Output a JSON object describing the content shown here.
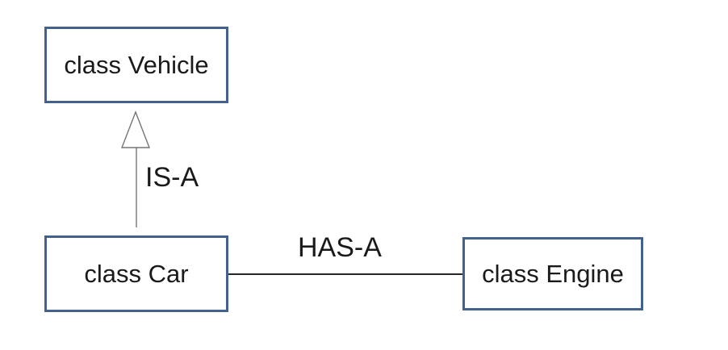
{
  "diagram": {
    "nodes": [
      {
        "id": "vehicle",
        "label": "class Vehicle"
      },
      {
        "id": "car",
        "label": "class Car"
      },
      {
        "id": "engine",
        "label": "class Engine"
      }
    ],
    "edges": [
      {
        "type": "inheritance",
        "from": "car",
        "to": "vehicle",
        "label": "IS-A",
        "arrowhead": "hollow-triangle"
      },
      {
        "type": "association",
        "from": "car",
        "to": "engine",
        "label": "HAS-A",
        "arrowhead": "none"
      }
    ],
    "colors": {
      "node_border": "#44618E",
      "node_fill": "#FFFFFF",
      "inheritance_line": "#757575",
      "association_line": "#262626",
      "text": "#1A1A1A",
      "background": "#FFFFFF"
    }
  }
}
